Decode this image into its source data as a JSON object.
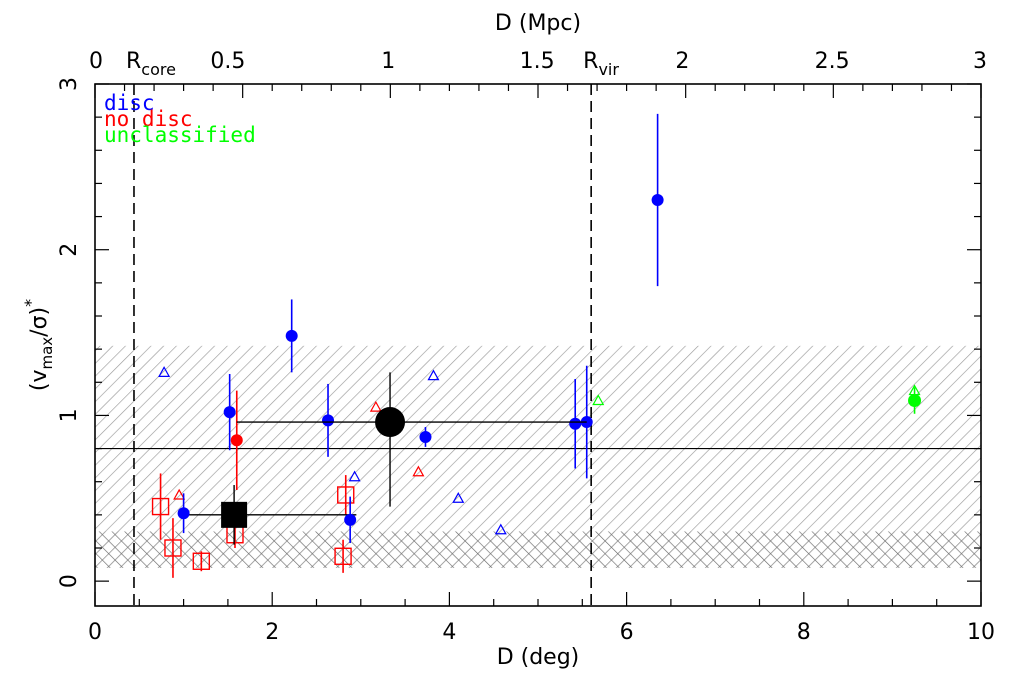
{
  "chart_data": {
    "type": "scatter",
    "xlabel": "D (deg)",
    "xlabel_top": "D (Mpc)",
    "ylabel_main": "(v",
    "ylabel_sub": "max",
    "ylabel_mid": "/σ)",
    "ylabel_sup": "*",
    "xlim": [
      0,
      10
    ],
    "ylim": [
      -0.15,
      3
    ],
    "x_ticks": [
      "0",
      "2",
      "4",
      "6",
      "8",
      "10"
    ],
    "x_tick_values": [
      0,
      2,
      4,
      6,
      8,
      10
    ],
    "y_ticks": [
      "0",
      "1",
      "2",
      "3"
    ],
    "y_tick_values": [
      0,
      1,
      2,
      3
    ],
    "top_ticks": [
      {
        "label": "0",
        "x": 0
      },
      {
        "label": "0.5",
        "x": 1.5
      },
      {
        "label": "1",
        "x": 3.31
      },
      {
        "label": "1.5",
        "x": 4.99
      },
      {
        "label": "2",
        "x": 6.63
      },
      {
        "label": "2.5",
        "x": 8.32
      },
      {
        "label": "3",
        "x": 10
      }
    ],
    "vlines": [
      {
        "x": 0.44,
        "label": "R",
        "sub": "core"
      },
      {
        "x": 5.6,
        "label": "R",
        "sub": "vir"
      }
    ],
    "hline": 0.8,
    "bands": [
      {
        "y0": 0.08,
        "y1": 1.42,
        "pattern": "single-hatch"
      },
      {
        "y0": 0.08,
        "y1": 0.3,
        "pattern": "cross-hatch"
      }
    ],
    "legend": [
      {
        "label": "disc",
        "color": "#0000ff"
      },
      {
        "label": "no disc",
        "color": "#ff0000"
      },
      {
        "label": "unclassified",
        "color": "#00ff00"
      }
    ],
    "legend_position": "top-left",
    "colors": {
      "disc": "#0000ff",
      "nodisc": "#ff0000",
      "unclassified": "#00ff00",
      "mean": "#000000"
    },
    "disc_points": [
      {
        "x": 1.0,
        "y": 0.41,
        "err": 0.12
      },
      {
        "x": 1.52,
        "y": 1.02,
        "err": 0.23
      },
      {
        "x": 2.22,
        "y": 1.48,
        "err": 0.22
      },
      {
        "x": 2.63,
        "y": 0.97,
        "err": 0.22
      },
      {
        "x": 2.88,
        "y": 0.37,
        "err": 0.14
      },
      {
        "x": 3.73,
        "y": 0.87,
        "err": 0.06
      },
      {
        "x": 5.42,
        "y": 0.95,
        "err": 0.27
      },
      {
        "x": 5.55,
        "y": 0.96,
        "err": 0.34
      },
      {
        "x": 6.35,
        "y": 2.3,
        "err": 0.52
      }
    ],
    "nodisc_points": [
      {
        "x": 1.6,
        "y": 0.85,
        "err": 0.3
      }
    ],
    "unclassified_points": [
      {
        "x": 9.25,
        "y": 1.09,
        "err": 0.08
      }
    ],
    "disc_limits": [
      {
        "x": 0.78,
        "y": 1.26
      },
      {
        "x": 2.93,
        "y": 0.63
      },
      {
        "x": 3.82,
        "y": 1.24
      },
      {
        "x": 4.1,
        "y": 0.5
      },
      {
        "x": 4.58,
        "y": 0.31
      }
    ],
    "nodisc_limits": [
      {
        "x": 0.95,
        "y": 0.52
      },
      {
        "x": 3.17,
        "y": 1.05
      },
      {
        "x": 3.65,
        "y": 0.66
      }
    ],
    "unclassified_limits": [
      {
        "x": 5.68,
        "y": 1.09
      },
      {
        "x": 9.25,
        "y": 1.15
      }
    ],
    "nodisc_squares": [
      {
        "x": 0.74,
        "y": 0.45,
        "err": 0.2
      },
      {
        "x": 0.88,
        "y": 0.2,
        "err": 0.18
      },
      {
        "x": 1.2,
        "y": 0.12,
        "err": 0.06
      },
      {
        "x": 1.58,
        "y": 0.28,
        "err": 0.08
      },
      {
        "x": 2.83,
        "y": 0.52,
        "err": 0.12
      },
      {
        "x": 2.8,
        "y": 0.15,
        "err": 0.1
      }
    ],
    "mean_disc": {
      "x": 3.33,
      "y": 0.96,
      "xerr": [
        1.6,
        5.55
      ],
      "yerr": [
        0.45,
        1.26
      ]
    },
    "mean_nodisc": {
      "x": 1.57,
      "y": 0.4,
      "xerr": [
        0.95,
        2.95
      ],
      "yerr": [
        0.22,
        0.58
      ]
    }
  }
}
